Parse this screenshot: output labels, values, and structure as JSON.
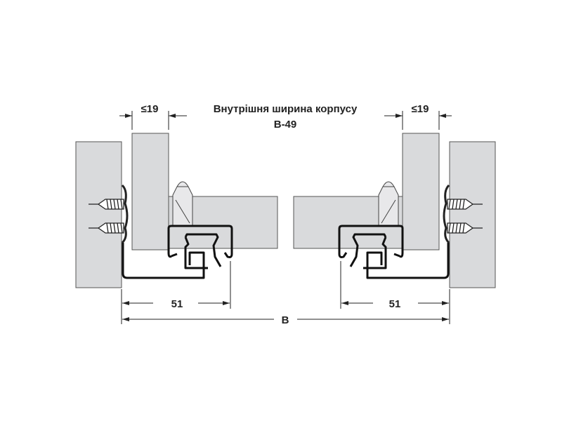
{
  "title_line1": "Внутрішня ширина корпусу",
  "title_line2": "B-49",
  "dim_left_thickness": "≤19",
  "dim_right_thickness": "≤19",
  "dim_left_rail": "51",
  "dim_right_rail": "51",
  "dim_total": "B",
  "colors": {
    "panel": "#d9dadc",
    "line": "#1a1a1a"
  }
}
